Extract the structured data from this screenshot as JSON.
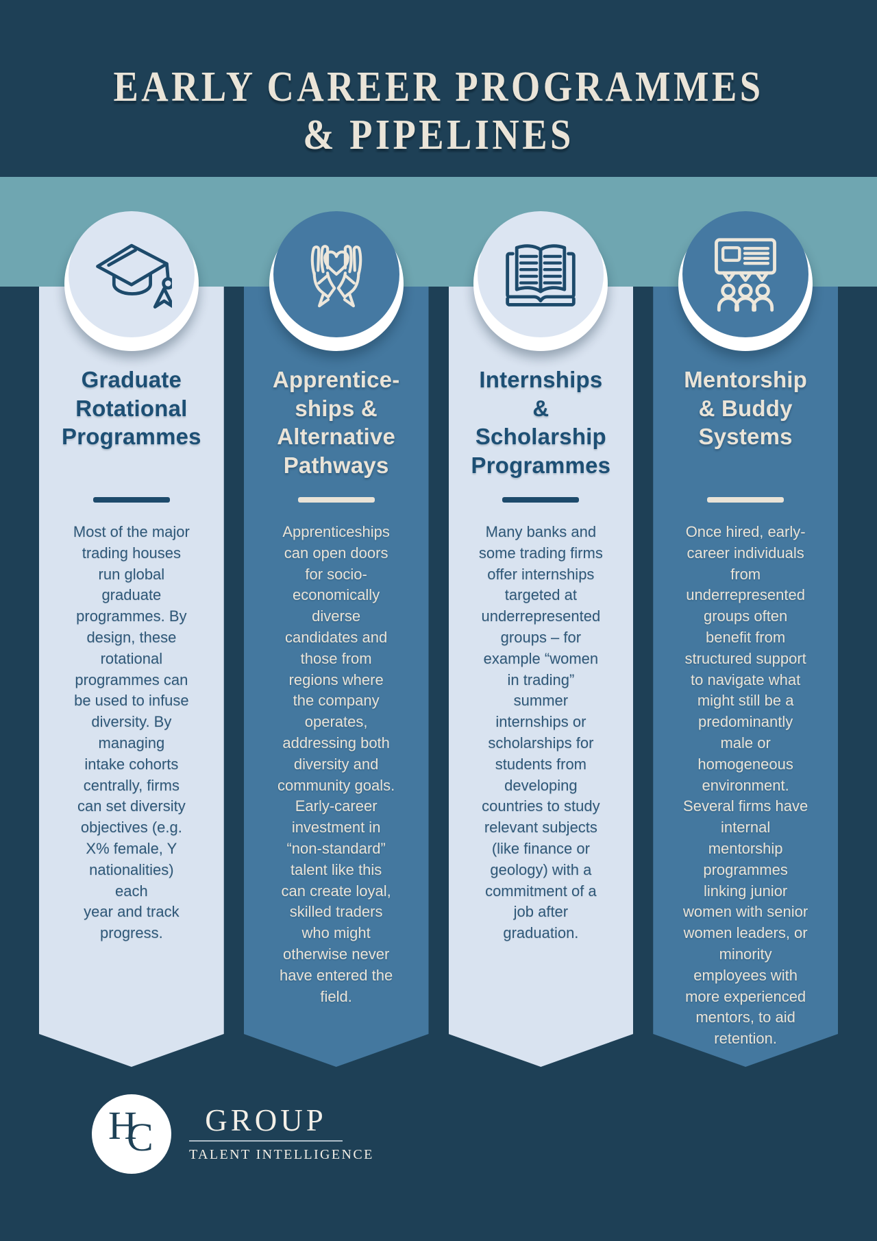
{
  "page": {
    "title_line1": "EARLY CAREER PROGRAMMES",
    "title_line2": "& PIPELINES"
  },
  "colors": {
    "background_navy": "#1E4056",
    "band_teal": "#6FA6B1",
    "column_light": "#D9E3F0",
    "column_steel": "#44789F",
    "text_cream": "#EAE4D8",
    "text_navy": "#1D4F74",
    "ring_white": "#FFFFFF"
  },
  "columns": [
    {
      "icon": "graduation-cap-icon",
      "title": "Graduate\nRotational\nProgrammes",
      "body": "Most of the major\ntrading houses\nrun global\ngraduate\nprogrammes. By\ndesign, these\nrotational\nprogrammes can\nbe used to infuse\ndiversity. By\nmanaging\nintake cohorts\ncentrally, firms\ncan set diversity\nobjectives (e.g.\nX% female, Y\nnationalities)\neach\nyear and track\nprogress."
    },
    {
      "icon": "hands-heart-icon",
      "title": "Apprentice-\nships &\nAlternative\nPathways",
      "body": "Apprenticeships\ncan open doors\nfor socio-\neconomically\ndiverse\ncandidates and\nthose from\nregions where\nthe company\noperates,\naddressing both\ndiversity and\ncommunity goals.\nEarly-career\ninvestment in\n“non-standard”\ntalent like this\ncan create loyal,\nskilled traders\nwho might\notherwise never\nhave entered the\nfield."
    },
    {
      "icon": "open-book-icon",
      "title": "Internships\n&\nScholarship\nProgrammes",
      "body": "Many banks and\nsome trading firms\noffer internships\ntargeted at\nunderrepresented\ngroups – for\nexample “women\nin trading”\nsummer\ninternships or\nscholarships for\nstudents from\ndeveloping\ncountries to study\nrelevant subjects\n(like finance or\ngeology) with a\ncommitment of a\njob after\ngraduation."
    },
    {
      "icon": "presentation-people-icon",
      "title": "Mentorship\n& Buddy\nSystems",
      "body": "Once hired, early-\ncareer individuals\nfrom\nunderrepresented\ngroups often\nbenefit from\nstructured support\nto navigate what\nmight still be a\npredominantly\nmale or\nhomogeneous\nenvironment.\nSeveral firms have\ninternal\nmentorship\nprogrammes\nlinking junior\nwomen with senior\nwomen leaders, or\nminority\nemployees with\nmore experienced\nmentors, to aid\nretention."
    }
  ],
  "footer": {
    "monogram_h": "H",
    "monogram_c": "C",
    "brand": "GROUP",
    "tagline": "TALENT INTELLIGENCE"
  }
}
